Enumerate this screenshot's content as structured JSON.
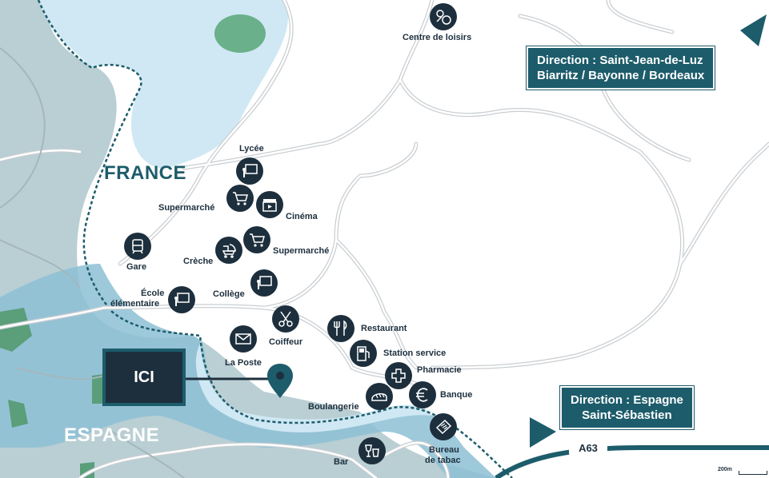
{
  "countries": {
    "france": "FRANCE",
    "spain": "ESPAGNE"
  },
  "directions": {
    "north": {
      "line1": "Direction : Saint-Jean-de-Luz",
      "line2": "Biarritz / Bayonne / Bordeaux"
    },
    "south": {
      "line1": "Direction : Espagne",
      "line2": "Saint-Sébastien"
    }
  },
  "marker_label": "ICI",
  "road_label": "A63",
  "scale_label": "200m",
  "poi": {
    "leisure": {
      "label": "Centre de loisirs",
      "icon": "leisure-icon"
    },
    "lycee": {
      "label": "Lycée",
      "icon": "school-board-icon"
    },
    "supermarche1": {
      "label": "Supermarché",
      "icon": "shopping-cart-icon"
    },
    "cinema": {
      "label": "Cinéma",
      "icon": "clapperboard-icon"
    },
    "gare": {
      "label": "Gare",
      "icon": "train-icon"
    },
    "creche": {
      "label": "Crèche",
      "icon": "stroller-icon"
    },
    "supermarche2": {
      "label": "Supermarché",
      "icon": "shopping-cart-icon"
    },
    "college": {
      "label": "Collège",
      "icon": "school-board-icon"
    },
    "ecole_line1": "École",
    "ecole_line2": "élémentaire",
    "ecole": {
      "icon": "school-board-icon"
    },
    "coiffeur": {
      "label": "Coiffeur",
      "icon": "scissors-icon"
    },
    "poste": {
      "label": "La Poste",
      "icon": "envelope-icon"
    },
    "restaurant": {
      "label": "Restaurant",
      "icon": "fork-knife-icon"
    },
    "station": {
      "label": "Station service",
      "icon": "fuel-pump-icon"
    },
    "pharmacie": {
      "label": "Pharmacie",
      "icon": "pharmacy-cross-icon"
    },
    "banque": {
      "label": "Banque",
      "icon": "euro-icon"
    },
    "boulangerie": {
      "label": "Boulangerie",
      "icon": "bread-icon"
    },
    "tabac_line1": "Bureau",
    "tabac_line2": "de tabac",
    "tabac": {
      "icon": "newspaper-icon"
    },
    "bar": {
      "label": "Bar",
      "icon": "drinks-icon"
    }
  },
  "colors": {
    "navy": "#1d2f3d",
    "teal": "#1d5c6b",
    "water": "#cfe8f4",
    "land_spain": "#b9cfd4",
    "river": "#8dbfd5",
    "park": "#5a9e7a"
  }
}
